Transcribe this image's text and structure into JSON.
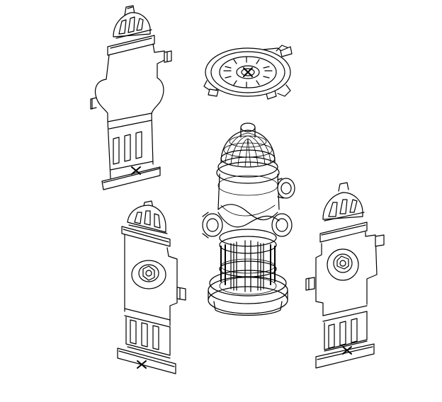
{
  "drawing": {
    "subject": "fire-hydrant",
    "line_color": "#000000",
    "background_color": "#ffffff",
    "views": [
      {
        "name": "side-view-upper-left",
        "label": "",
        "marker": "x"
      },
      {
        "name": "top-view",
        "label": "",
        "marker": "x"
      },
      {
        "name": "isometric-wireframe-view",
        "label": ""
      },
      {
        "name": "front-view-lower-left",
        "label": "",
        "marker": "x"
      },
      {
        "name": "front-view-lower-right",
        "label": "",
        "marker": "x"
      }
    ]
  }
}
